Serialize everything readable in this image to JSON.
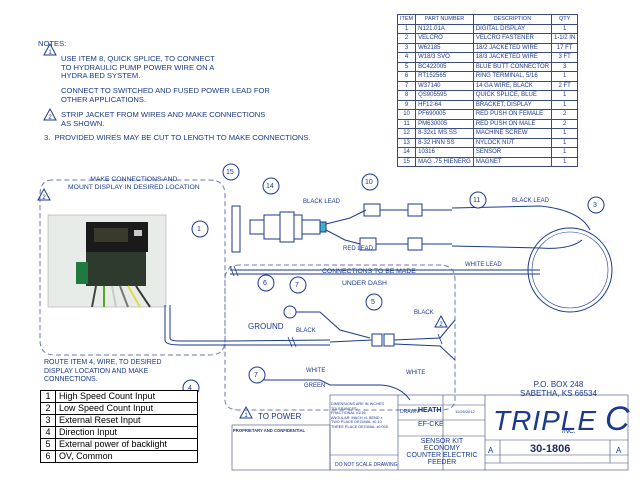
{
  "notes": {
    "title": "NOTES:",
    "items": [
      {
        "marker": "1",
        "text": "USE ITEM 8, QUICK SPLICE, TO CONNECT\nTO HYDRAULIC PUMP POWER WIRE ON A\nHYDRA BED SYSTEM."
      },
      {
        "marker": "",
        "text": "CONNECT TO SWITCHED AND FUSED POWER LEAD FOR\nOTHER APPLICATIONS."
      },
      {
        "marker": "2",
        "text": "STRIP JACKET FROM WIRES AND MAKE CONNECTIONS\nAS SHOWN."
      },
      {
        "marker": "3.",
        "text": "PROVIDED WIRES MAY BE CUT TO LENGTH TO MAKE CONNECTIONS."
      }
    ]
  },
  "bom": {
    "headers": [
      "ITEM",
      "PART NUMBER",
      "DESCRIPTION",
      "QTY"
    ],
    "rows": [
      [
        "1",
        "N121.01A",
        "DIGITAL DISPLAY",
        "1"
      ],
      [
        "2",
        "VELCRO",
        "VELCRO FASTENER",
        "1-1/2 IN"
      ],
      [
        "3",
        "W62185",
        "18/2 JACKETED WIRE",
        "17 FT"
      ],
      [
        "4",
        "W18/3 SVO",
        "18/3 JACKETED WIRE",
        "3 FT"
      ],
      [
        "5",
        "BC422005",
        "BLUE BUTT CONNECTOR",
        "3"
      ],
      [
        "6",
        "RT152565",
        "RING TERMINAL, 5/16",
        "1"
      ],
      [
        "7",
        "W37140",
        "14 GA WIRE, BLACK",
        "2 FT"
      ],
      [
        "8",
        "QS905595",
        "QUICK SPLICE, BLUE",
        "1"
      ],
      [
        "9",
        "HF12-64",
        "BRACKET, DISPLAY",
        "1"
      ],
      [
        "10",
        "PF690005",
        "RED PUSH ON FEMALE",
        "2"
      ],
      [
        "11",
        "PM630005",
        "RED PUSH ON MALE",
        "2"
      ],
      [
        "12",
        "8-32x1 MS SS",
        "MACHINE SCREW",
        "1"
      ],
      [
        "13",
        "8-32 HNN SS",
        "NYLOCK NUT",
        "1"
      ],
      [
        "14",
        "10316",
        "SENSOR",
        "1"
      ],
      [
        "15",
        "MAG .75 HIENERG",
        "MAGNET",
        "1"
      ]
    ]
  },
  "labels": {
    "mount_note": "MAKE CONNECTIONS AND\nMOUNT DISPLAY IN DESIRED LOCATION",
    "black_lead": "BLACK LEAD",
    "red_lead": "RED LEAD",
    "white_lead": "WHITE LEAD",
    "connections_title": "CONNECTIONS TO BE MADE",
    "under_dash": "UNDER DASH",
    "ground": "GROUND",
    "black": "BLACK",
    "white": "WHITE",
    "green": "GREEN",
    "to_power": "TO POWER",
    "route_note": "ROUTE ITEM 4, WIRE, TO DESIRED\nDISPLAY LOCATION AND MAKE\nCONNECTIONS.",
    "callouts": [
      "1",
      "2",
      "3",
      "4",
      "5",
      "6",
      "7",
      "10",
      "11",
      "14",
      "15"
    ]
  },
  "legend": [
    {
      "num": "1",
      "text": "High Speed Count Input"
    },
    {
      "num": "2",
      "text": "Low Speed Count Input"
    },
    {
      "num": "3",
      "text": "External Reset Input"
    },
    {
      "num": "4",
      "text": "Direction Input"
    },
    {
      "num": "5",
      "text": "External power of backlight"
    },
    {
      "num": "6",
      "text": "OV, Common"
    }
  ],
  "title_block": {
    "address1": "P.O. BOX 248",
    "address2": "SABETHA, KS 66534",
    "company": "TRIPLE",
    "company_c": "C",
    "company_inc": "INC.",
    "drawn_label": "DRAWN",
    "drawn_by": "HEATH",
    "drawn_date": "11/26/2012",
    "part_no": "EF-CKE",
    "title_line1": "SENSOR KIT",
    "title_line2": "ECONOMY",
    "title_line3": "COUNTER ELECTRIC",
    "title_line4": "FEEDER",
    "size": "A",
    "dwg_no": "30-1806",
    "rev": "A",
    "scale_note": "DO NOT SCALE DRAWING",
    "proprietary_title": "PROPRIETARY AND CONFIDENTIAL",
    "tolerances": "DIMENSIONS ARE IN INCHES\nTOLERANCES:\nFRACTIONAL ±1/16\nANGULAR: MACH ±1   BEND ±\nTWO PLACE DECIMAL ±0.10\nTHREE PLACE DECIMAL ±0.005"
  }
}
